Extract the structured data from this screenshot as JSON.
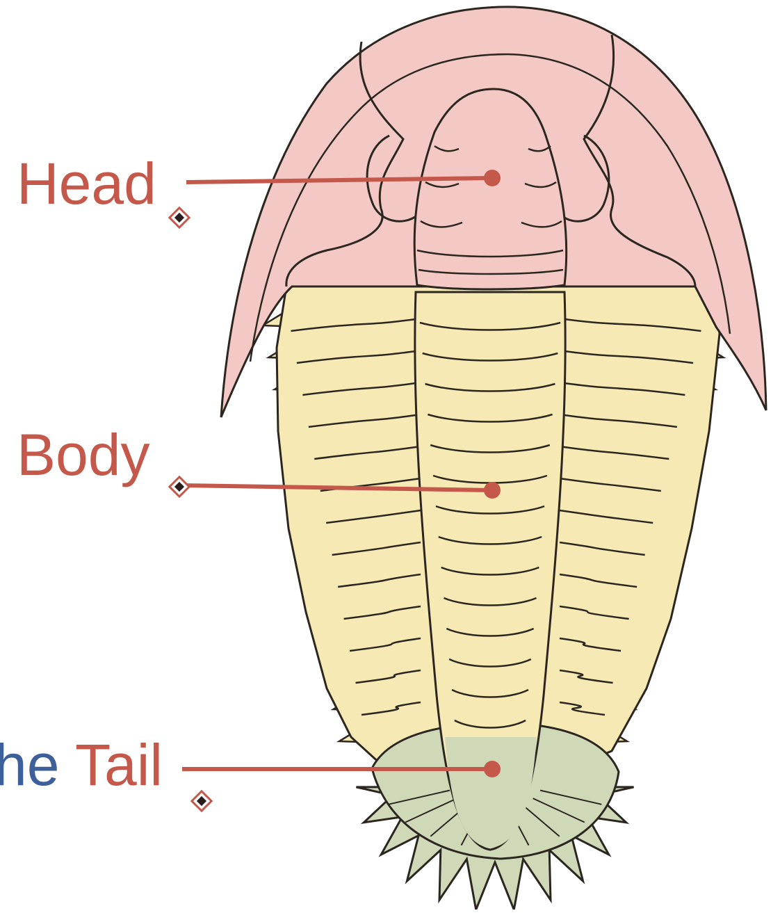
{
  "diagram": {
    "labels": [
      {
        "key": "head",
        "text": "Head"
      },
      {
        "key": "body",
        "text": "Body"
      },
      {
        "key": "tail",
        "text": "Tail"
      }
    ],
    "cut_off_text": "he",
    "colors": {
      "label": "#c4584b",
      "leader_line": "#c4584b",
      "cut_off_text": "#3d5f9a",
      "head_fill": "#f4c8c4",
      "body_fill": "#f6e9b4",
      "tail_fill": "#cfd9b8",
      "outline": "#2b2620"
    }
  }
}
